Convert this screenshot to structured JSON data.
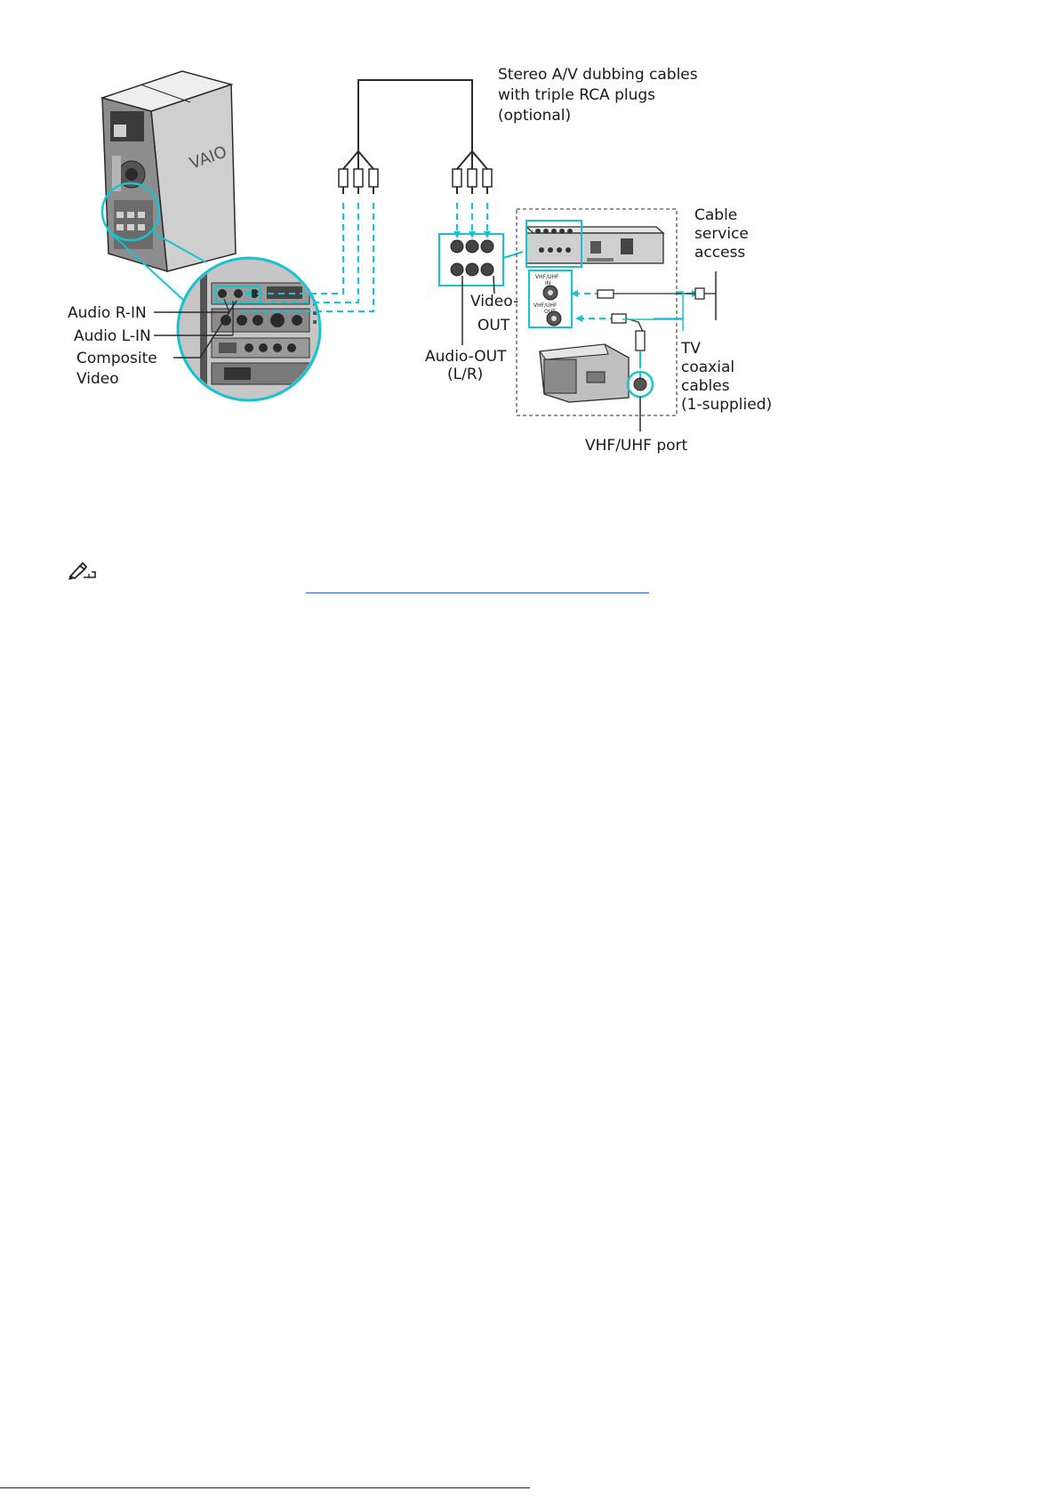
{
  "labels": {
    "dubbing_cables": [
      "Stereo A/V dubbing cables",
      "with triple RCA plugs",
      "(optional)"
    ],
    "cable_service": [
      "Cable",
      "service",
      "access"
    ],
    "video_out": [
      "Video-",
      "OUT"
    ],
    "audio_out": [
      "Audio-OUT",
      "(L/R)"
    ],
    "tv_coaxial": [
      "TV",
      "coaxial",
      "cables",
      "(1-supplied)"
    ],
    "vhf_uhf_port": "VHF/UHF port",
    "audio_r_in": "Audio R-IN",
    "audio_l_in": "Audio L-IN",
    "composite_video": [
      "Composite",
      "Video"
    ],
    "logo": "VAIO",
    "vcr_in": [
      "VHF/UHF",
      "IN"
    ],
    "vcr_out": [
      "VHF/UHF",
      "OUT"
    ]
  },
  "note": {
    "icon": "note-pencil-icon",
    "link_text": ""
  },
  "colors": {
    "accent_cyan": "#16c3cf",
    "line": "#2a2a2a",
    "device_fill": "#d9d9d9",
    "link": "#2f5fd7"
  }
}
